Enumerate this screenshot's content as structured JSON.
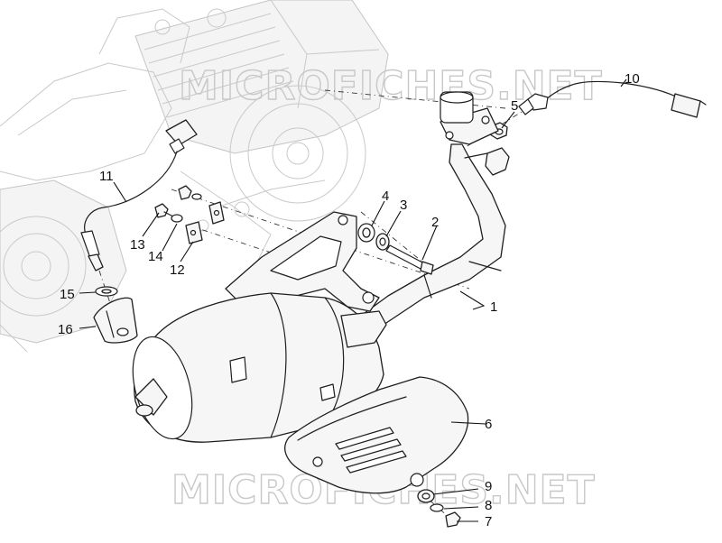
{
  "watermark": {
    "text": "MICROFICHES.NET"
  },
  "callouts": {
    "c1": "1",
    "c2": "2",
    "c3": "3",
    "c4": "4",
    "c5": "5",
    "c6": "6",
    "c7": "7",
    "c8": "8",
    "c9": "9",
    "c10": "10",
    "c11": "11",
    "c12": "12",
    "c13": "13",
    "c14": "14",
    "c15": "15",
    "c16": "16"
  },
  "colors": {
    "line": "#1e1e1e",
    "ghost_engine": "#c9c9c9",
    "watermark": "#c8c8c8",
    "background": "#ffffff"
  }
}
